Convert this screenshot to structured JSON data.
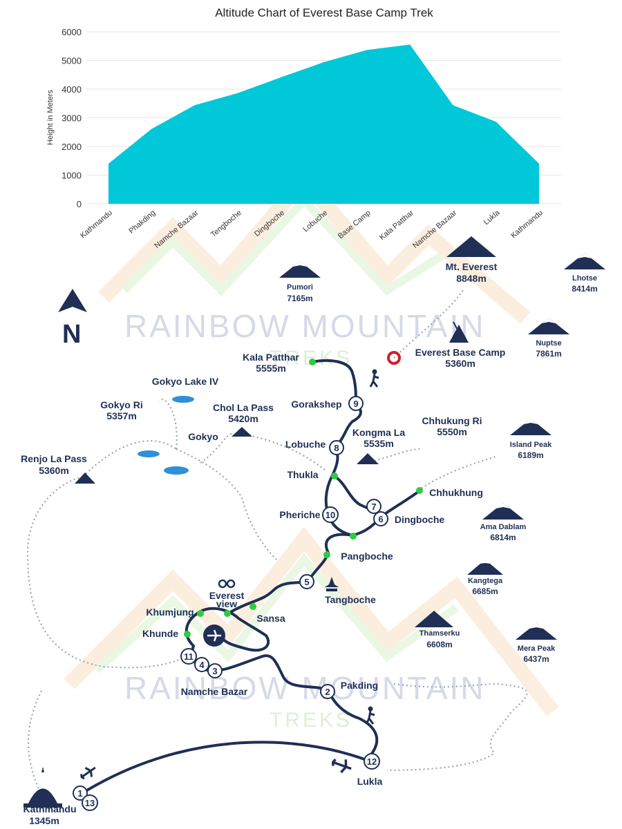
{
  "chart_data": {
    "type": "area",
    "title": "Altitude Chart of Everest Base Camp Trek",
    "xlabel": "",
    "ylabel": "Height in Meters",
    "categories": [
      "Kathmandu",
      "Phakding",
      "Namche Bazaar",
      "Tengboche",
      "Dingboche",
      "Lobuche",
      "Base Camp",
      "Kala Patthar",
      "Namche Bazaar",
      "Lukla",
      "Kathmandu"
    ],
    "values": [
      1400,
      2610,
      3440,
      3860,
      4410,
      4940,
      5364,
      5555,
      3440,
      2860,
      1400
    ],
    "ylim": [
      0,
      6000
    ],
    "yticks": [
      0,
      1000,
      2000,
      3000,
      4000,
      5000,
      6000
    ],
    "grid": true,
    "fill_color": "#00c8d8"
  },
  "watermark": {
    "line1": "RAINBOW MOUNTAIN",
    "line2": "TREKS"
  },
  "map": {
    "north_label": "N",
    "peaks": [
      {
        "name": "Pumori",
        "alt": "7165m"
      },
      {
        "name": "Mt. Everest",
        "alt": "8848m"
      },
      {
        "name": "Lhotse",
        "alt": "8414m"
      },
      {
        "name": "Nuptse",
        "alt": "7861m"
      },
      {
        "name": "Island Peak",
        "alt": "6189m"
      },
      {
        "name": "Ama Dablam",
        "alt": "6814m"
      },
      {
        "name": "Kangtega",
        "alt": "6685m"
      },
      {
        "name": "Thamserku",
        "alt": "6608m"
      },
      {
        "name": "Mera Peak",
        "alt": "6437m"
      }
    ],
    "passes": [
      {
        "name": "Kala Patthar",
        "alt": "5555m"
      },
      {
        "name": "Everest Base Camp",
        "alt": "5360m"
      },
      {
        "name": "Gokyo Ri",
        "alt": "5357m"
      },
      {
        "name": "Chol La Pass",
        "alt": "5420m"
      },
      {
        "name": "Renjo La Pass",
        "alt": "5360m"
      },
      {
        "name": "Kongma La",
        "alt": "5535m"
      },
      {
        "name": "Chhukung Ri",
        "alt": "5550m"
      },
      {
        "name": "Kathmandu",
        "alt": "1345m"
      }
    ],
    "places": {
      "gokyo_lake": "Gokyo Lake IV",
      "gokyo": "Gokyo",
      "gorakshep": "Gorakshep",
      "lobuche": "Lobuche",
      "thukla": "Thukla",
      "chhukhung": "Chhukhung",
      "pheriche": "Pheriche",
      "dingboche": "Dingboche",
      "pangboche": "Pangboche",
      "tangboche": "Tangboche",
      "everest_view_1": "Everest",
      "everest_view_2": "view",
      "khumjung": "Khumjung",
      "sansa": "Sansa",
      "khunde": "Khunde",
      "namche": "Namche Bazar",
      "pakding": "Pakding",
      "lukla": "Lukla"
    },
    "stops": [
      "1",
      "2",
      "3",
      "4",
      "5",
      "6",
      "7",
      "8",
      "9",
      "10",
      "11",
      "12",
      "13"
    ],
    "route_color": "#1f2f55",
    "trail_color": "#9aa3b5",
    "stop_dot_color": "#2ecc40",
    "base_camp_color": "#d0202e"
  }
}
